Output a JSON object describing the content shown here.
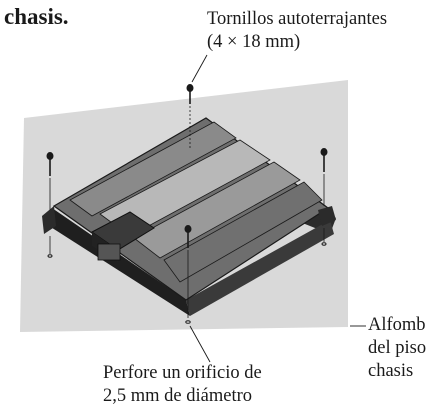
{
  "heading": "chasis.",
  "labels": {
    "screws_line1": "Tornillos autoterrajantes",
    "screws_line2": "(4 × 18 mm)",
    "hole_line1": "Perfore un orificio de",
    "hole_line2": "2,5 mm de diámetro",
    "carpet_line1": "Alfomb",
    "carpet_line2": "del piso",
    "carpet_line3": "chasis"
  },
  "colors": {
    "floor": "#d9d9d9",
    "body_dark": "#2b2b2b",
    "body_mid": "#6e6e6e",
    "body_light": "#b8b8b8",
    "ink": "#1a1a1a"
  }
}
